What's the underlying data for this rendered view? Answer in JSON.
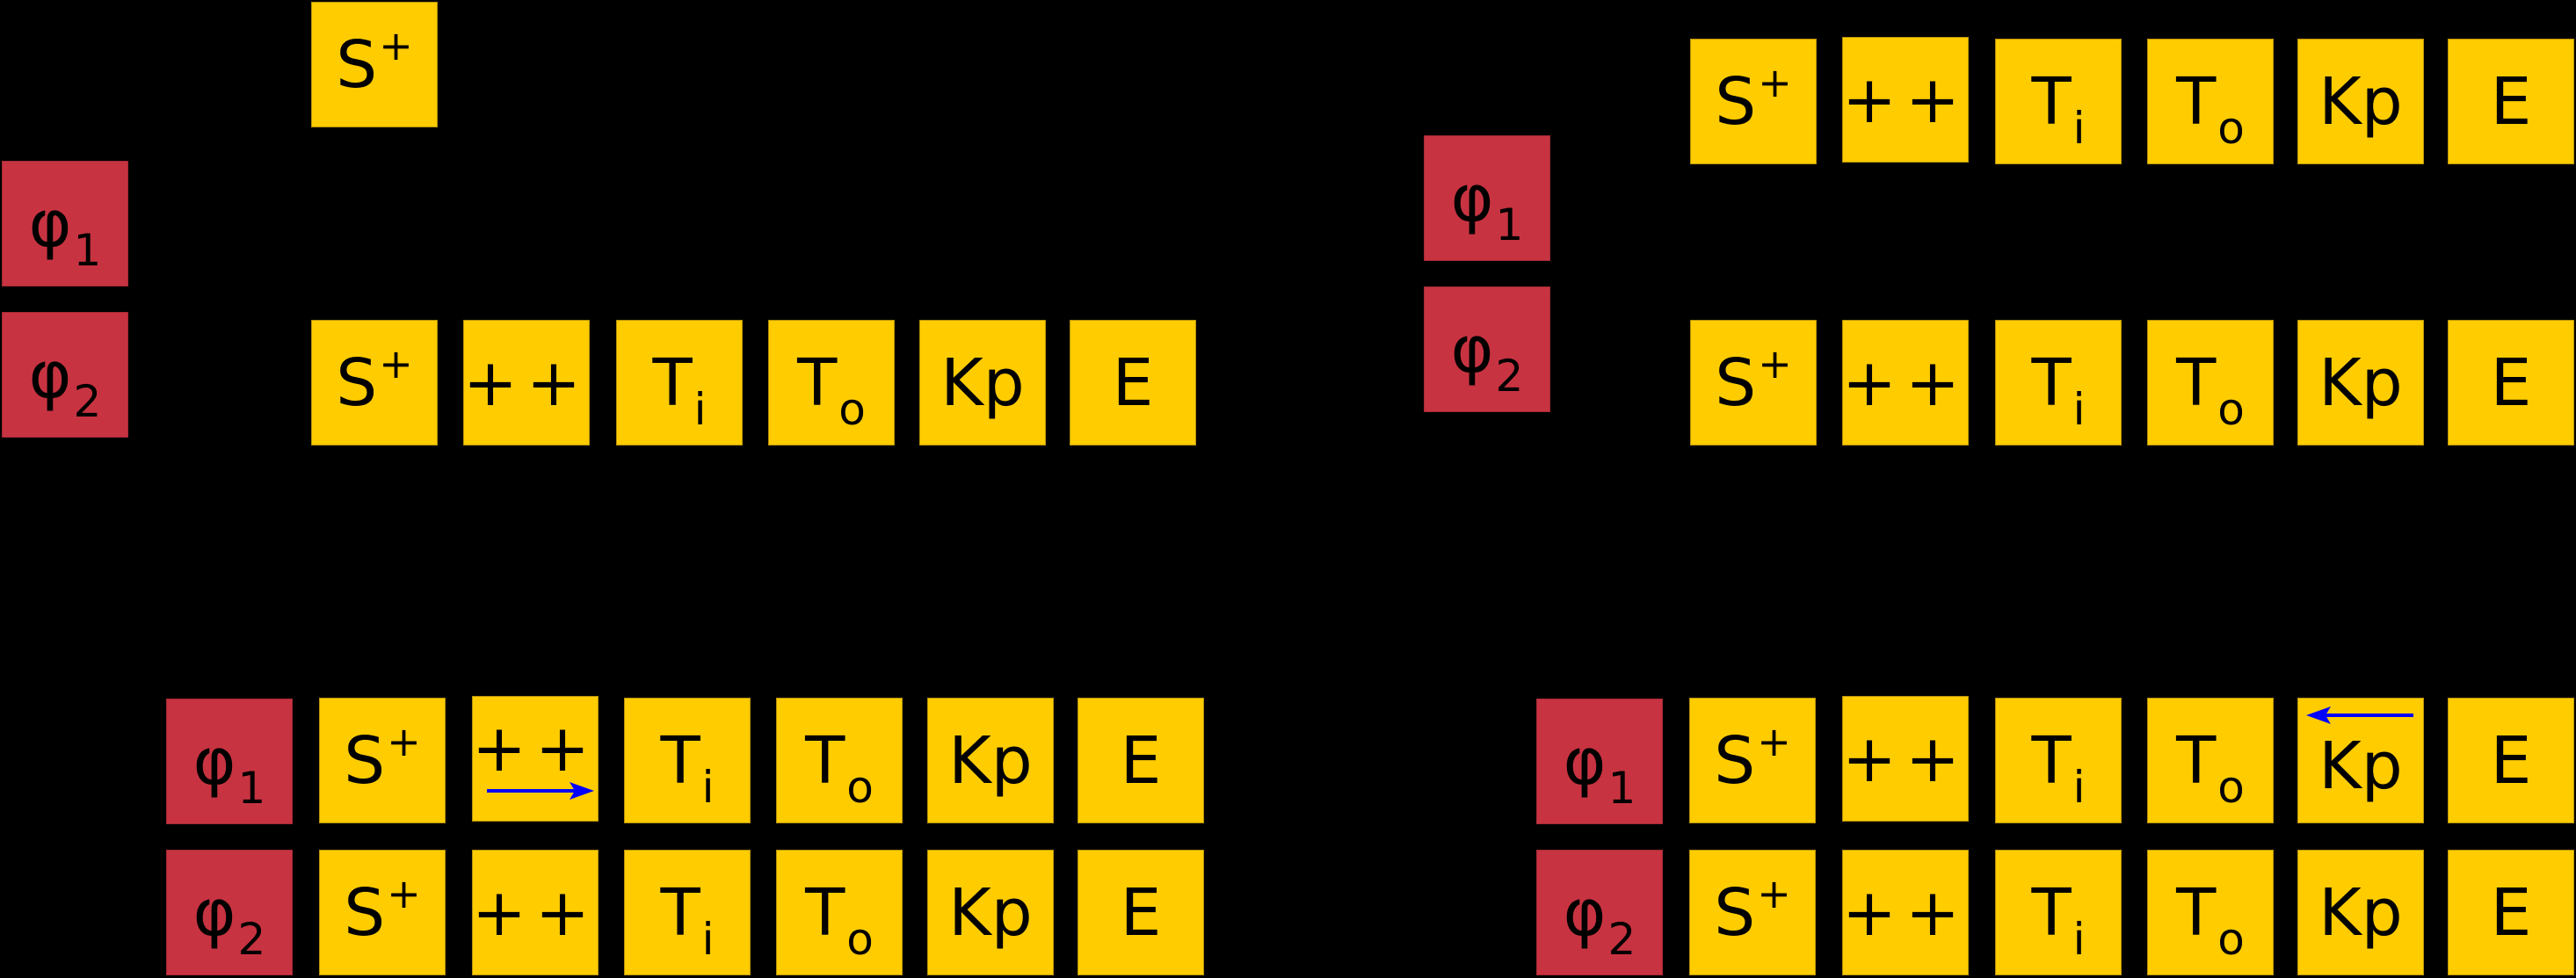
{
  "colors": {
    "background": "#000000",
    "process_box": "#FFCC00",
    "thread_box": "#C83341",
    "arrow": "#0000FF"
  },
  "labels": {
    "S": {
      "main": "S",
      "sup": "+"
    },
    "pp": {
      "main": "++"
    },
    "Ti": {
      "main": "T",
      "sub": "i"
    },
    "To": {
      "main": "T",
      "sub": "o"
    },
    "Kp": {
      "main": "Kp"
    },
    "E": {
      "main": "E"
    },
    "phi1": {
      "main": "φ",
      "sub": "1"
    },
    "phi2": {
      "main": "φ",
      "sub": "2"
    }
  },
  "panels": [
    {
      "id": "top-left",
      "threads": [
        "φ1",
        "φ2"
      ],
      "rows": [
        [
          "S+"
        ],
        [
          "S+",
          "++",
          "Ti",
          "To",
          "Kp",
          "E"
        ]
      ]
    },
    {
      "id": "top-right",
      "threads": [
        "φ1",
        "φ2"
      ],
      "rows": [
        [
          "S+",
          "++",
          "Ti",
          "To",
          "Kp",
          "E"
        ],
        [
          "S+",
          "++",
          "Ti",
          "To",
          "Kp",
          "E"
        ]
      ]
    },
    {
      "id": "bottom-left",
      "threads": [
        "φ1",
        "φ2"
      ],
      "rows": [
        [
          "S+",
          "++",
          "Ti",
          "To",
          "Kp",
          "E"
        ],
        [
          "S+",
          "++",
          "Ti",
          "To",
          "Kp",
          "E"
        ]
      ],
      "arrow": {
        "in_box": "++",
        "row": 1,
        "direction": "right"
      }
    },
    {
      "id": "bottom-right",
      "threads": [
        "φ1",
        "φ2"
      ],
      "rows": [
        [
          "S+",
          "++",
          "Ti",
          "To",
          "Kp",
          "E"
        ],
        [
          "S+",
          "++",
          "Ti",
          "To",
          "Kp",
          "E"
        ]
      ],
      "arrow": {
        "in_box": "Kp",
        "row": 1,
        "direction": "left"
      }
    }
  ]
}
